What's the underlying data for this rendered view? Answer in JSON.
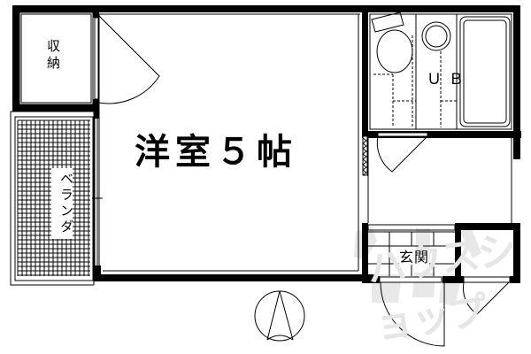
{
  "floor_plan": {
    "rooms": {
      "main_room": {
        "label": "洋室５帖",
        "type": "western-style room",
        "size_jo": 5
      },
      "storage": {
        "label": "収納"
      },
      "veranda": {
        "label": "ベランダ"
      },
      "unit_bath": {
        "label": "ＵＢ"
      },
      "entrance": {
        "label": "玄関"
      }
    },
    "compass": {
      "direction": "north-up",
      "symbol": "A"
    },
    "watermark": {
      "text": "ハウスショップ"
    },
    "colors": {
      "wall": "#000000",
      "background": "#ffffff",
      "watermark": "#e6e6e6"
    }
  }
}
